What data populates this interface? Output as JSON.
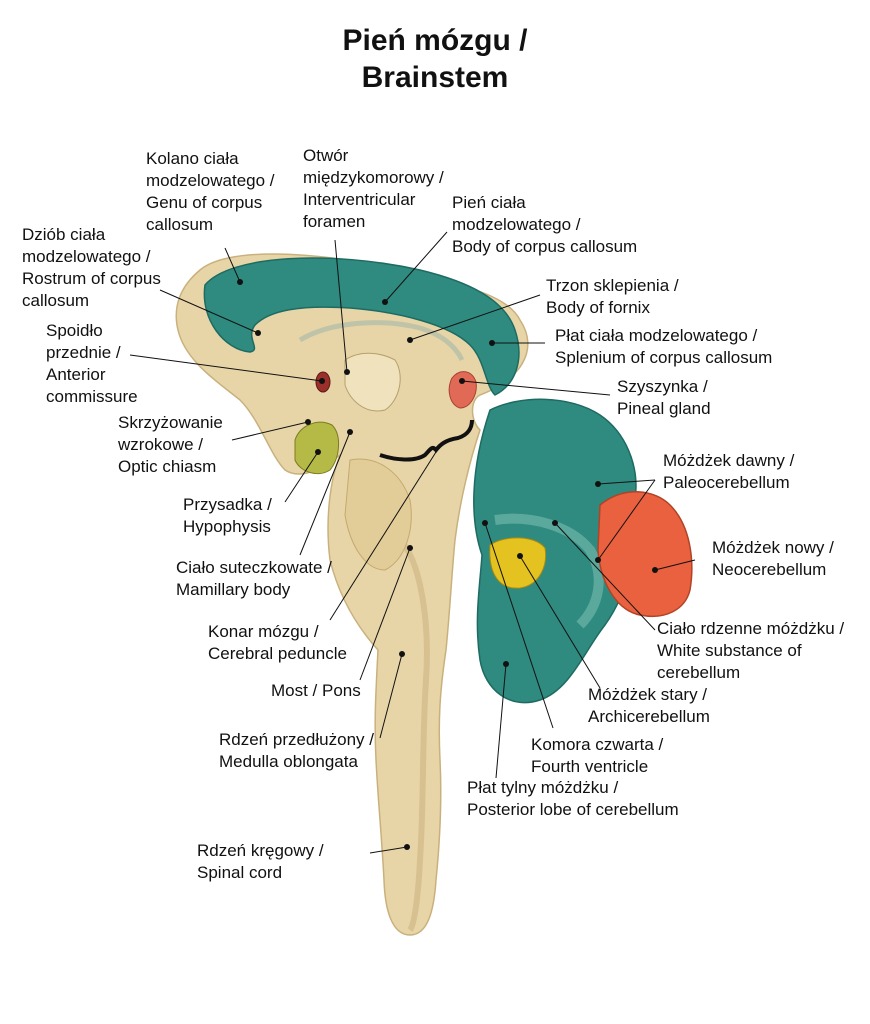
{
  "title": {
    "line1": "Pień mózgu /",
    "line2": "Brainstem"
  },
  "labels": {
    "genu": [
      "Kolano ciała",
      "modzelowatego /",
      "Genu of corpus",
      "callosum"
    ],
    "foramen": [
      "Otwór",
      "międzykomorowy /",
      "Interventricular",
      "foramen"
    ],
    "body_cc": [
      "Pień ciała",
      "modzelowatego /",
      "Body of corpus callosum"
    ],
    "rostrum": [
      "Dziób ciała",
      "modzelowatego /",
      "Rostrum of corpus",
      "callosum"
    ],
    "fornix": [
      "Trzon sklepienia /",
      "Body of fornix"
    ],
    "splenium": [
      "Płat ciała modzelowatego /",
      "Splenium of corpus callosum"
    ],
    "anterior_commissure": [
      "Spoidło",
      "przednie /",
      "Anterior",
      "commissure"
    ],
    "pineal": [
      "Szyszynka /",
      "Pineal gland"
    ],
    "optic_chiasm": [
      "Skrzyżowanie",
      "wzrokowe /",
      "Optic chiasm"
    ],
    "paleocerebellum": [
      "Móżdżek dawny /",
      "Paleocerebellum"
    ],
    "hypophysis": [
      "Przysadka /",
      "Hypophysis"
    ],
    "neocerebellum": [
      "Móżdżek nowy /",
      "Neocerebellum"
    ],
    "mamillary": [
      "Ciało suteczkowate /",
      "Mamillary body"
    ],
    "white_substance": [
      "Ciało rdzenne móżdżku /",
      "White substance of",
      "cerebellum"
    ],
    "peduncle": [
      "Konar mózgu /",
      "Cerebral peduncle"
    ],
    "pons": [
      "Most / Pons"
    ],
    "archicerebellum": [
      "Móżdżek stary /",
      "Archicerebellum"
    ],
    "fourth_ventricle": [
      "Komora czwarta /",
      "Fourth ventricle"
    ],
    "medulla": [
      "Rdzeń przedłużony /",
      "Medulla oblongata"
    ],
    "posterior_lobe": [
      "Płat tylny móżdżku /",
      "Posterior lobe of cerebellum"
    ],
    "spinal_cord": [
      "Rdzeń kręgowy /",
      "Spinal cord"
    ]
  }
}
